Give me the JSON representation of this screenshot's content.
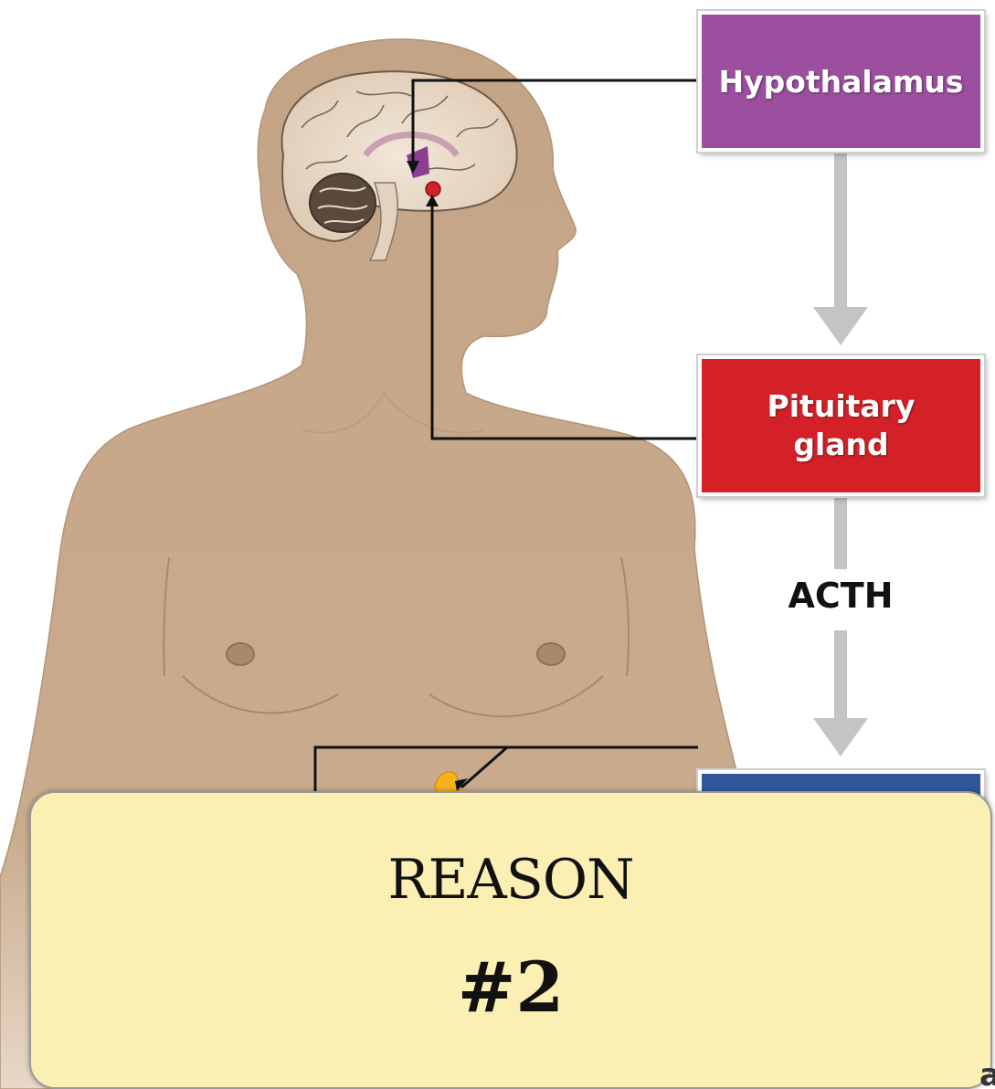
{
  "diagram": {
    "nodes": [
      {
        "id": "hypothalamus",
        "label": "Hypothalamus",
        "color": "#9b4f9e"
      },
      {
        "id": "pituitary",
        "label": "Pituitary\ngland",
        "color": "#d42128"
      },
      {
        "id": "adrenal",
        "label": "",
        "color": "#33569a"
      }
    ],
    "edges": [
      {
        "from": "hypothalamus",
        "to": "pituitary",
        "label": ""
      },
      {
        "from": "pituitary",
        "to": "adrenal",
        "label": "ACTH"
      }
    ],
    "acth_label": "ACTH",
    "cut_off_text": "a"
  },
  "colors": {
    "skin": "#c6a88a",
    "skin_shadow": "#b0906f",
    "brain": "#eadbc9",
    "arrow_gray": "#c4c4c4",
    "card_bg": "#fcefb4"
  },
  "overlay": {
    "title": "REASON",
    "number": "#2"
  }
}
